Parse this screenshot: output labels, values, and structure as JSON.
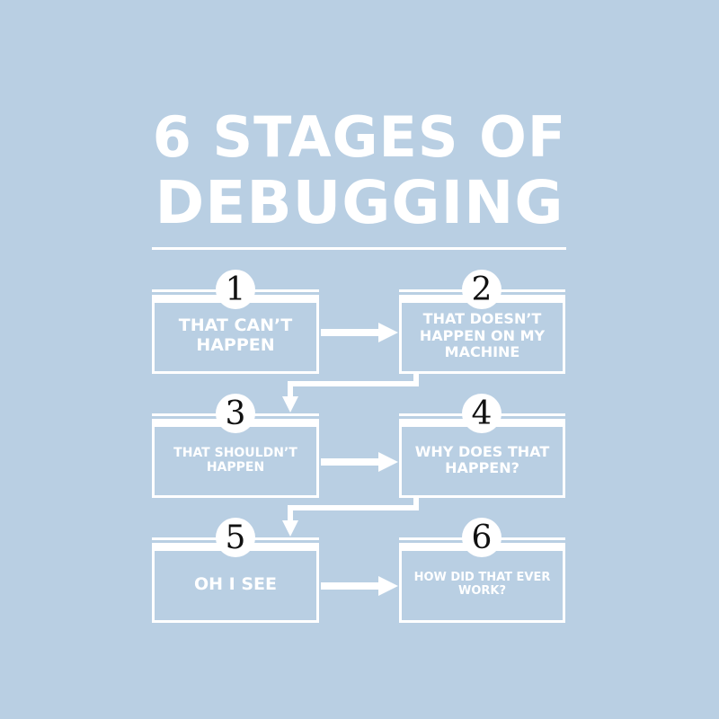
{
  "title": {
    "line1": "6 STAGES OF",
    "line2": "DEBUGGING"
  },
  "colors": {
    "background": "#b9cfe3",
    "foreground": "#ffffff",
    "number": "#111111"
  },
  "stages": [
    {
      "number": "1",
      "label": "THAT CAN’T HAPPEN"
    },
    {
      "number": "2",
      "label": "THAT DOESN’T HAPPEN ON MY MACHINE"
    },
    {
      "number": "3",
      "label": "THAT SHOULDN’T HAPPEN"
    },
    {
      "number": "4",
      "label": "WHY DOES THAT HAPPEN?"
    },
    {
      "number": "5",
      "label": "OH I SEE"
    },
    {
      "number": "6",
      "label": "HOW DID THAT EVER WORK?"
    }
  ]
}
